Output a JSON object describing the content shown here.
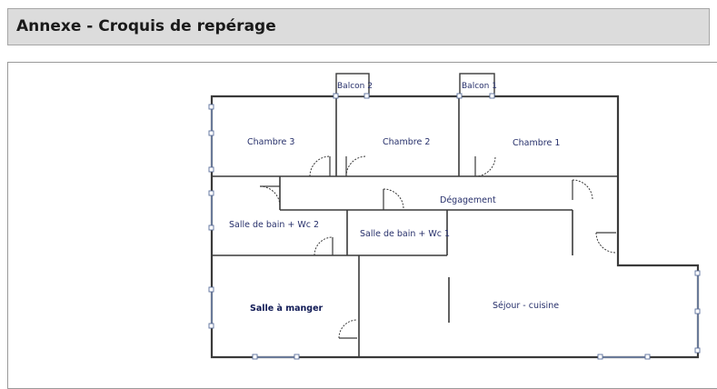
{
  "header": {
    "title": "Annexe - Croquis de repérage"
  },
  "plan": {
    "rooms": {
      "balcon2": "Balcon 2",
      "balcon1": "Balcon 1",
      "chambre3": "Chambre 3",
      "chambre2": "Chambre 2",
      "chambre1": "Chambre 1",
      "degagement": "Dégagement",
      "sdb2": "Salle de bain + Wc 2",
      "sdb1": "Salle de bain + Wc 1",
      "salle_manger": "Salle à manger",
      "sejour": "Séjour - cuisine"
    }
  }
}
